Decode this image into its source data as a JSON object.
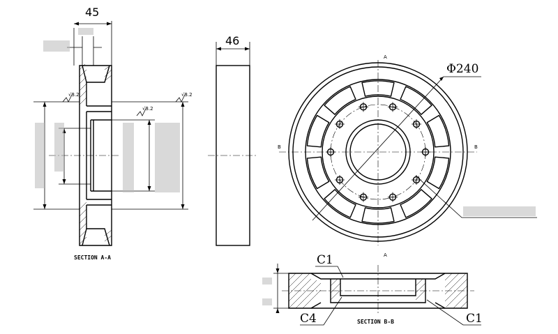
{
  "dims": {
    "width_45": "45",
    "width_46": "46",
    "dia_240": "Φ240",
    "chamfer_c1_top": "C1",
    "chamfer_c4": "C4",
    "chamfer_c1_bottom": "C1"
  },
  "surface": {
    "finish_mark": "√3.2"
  },
  "sections": {
    "a_a": "SECTION A-A",
    "b_b": "SECTION B-B"
  },
  "cut_letters": {
    "a_top": "A",
    "a_bottom": "A",
    "b_left": "B",
    "b_right": "B"
  }
}
